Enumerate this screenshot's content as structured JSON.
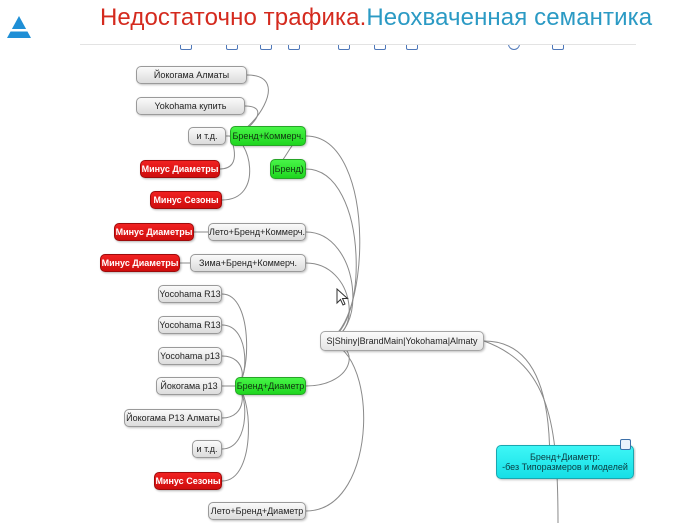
{
  "header": {
    "title_part1": "Недостаточно трафика.",
    "title_part2": "Неохваченная семантика"
  },
  "colors": {
    "title_red": "#d42a1e",
    "title_blue": "#2b9ac4",
    "node_red": "#e01818",
    "node_green": "#2ee62e",
    "node_cyan": "#28ecf0",
    "node_gray": "#e6e6e6",
    "link": "#8a8a8a"
  },
  "icons": {
    "logo": "triangle-logo-icon",
    "cursor": "mouse-pointer-icon",
    "note": "note-icon"
  },
  "mindmap": {
    "root": "S|Shiny|BrandMain|Yokohama|Almaty",
    "nodes": {
      "kw_yokogama_almaty": "Йокогама Алматы",
      "kw_yokohama_buy": "Yokohama купить",
      "kw_etc_1": "и т.д.",
      "grp_brand_comm": "Бренд+Коммерч.",
      "grp_brand": "|Бренд)",
      "neg_diam_1": "Минус Диаметры",
      "neg_seasons_1": "Минус Сезоны",
      "neg_diam_2": "Минус Диаметры",
      "grp_summer_comm": "Лето+Бренд+Коммерч.",
      "neg_diam_3": "Минус Диаметры",
      "grp_winter_comm": "Зима+Бренд+Коммерч.",
      "kw_r13_1": "Yocohama R13",
      "kw_r13_2": "Yocohama R13",
      "kw_p13": "Yocohama р13",
      "kw_yok_p13": "Йокогама р13",
      "kw_yok_p13_almaty": "Йокогама Р13 Алматы",
      "kw_etc_2": "и т.д.",
      "neg_seasons_2": "Минус Сезоны",
      "grp_brand_diam": "Бренд+Диаметр",
      "grp_summer_diam": "Лето+Бренд+Диаметр",
      "cyan_line1": "Бренд+Диаметр:",
      "cyan_line2": "-без Типоразмеров и моделей"
    }
  }
}
